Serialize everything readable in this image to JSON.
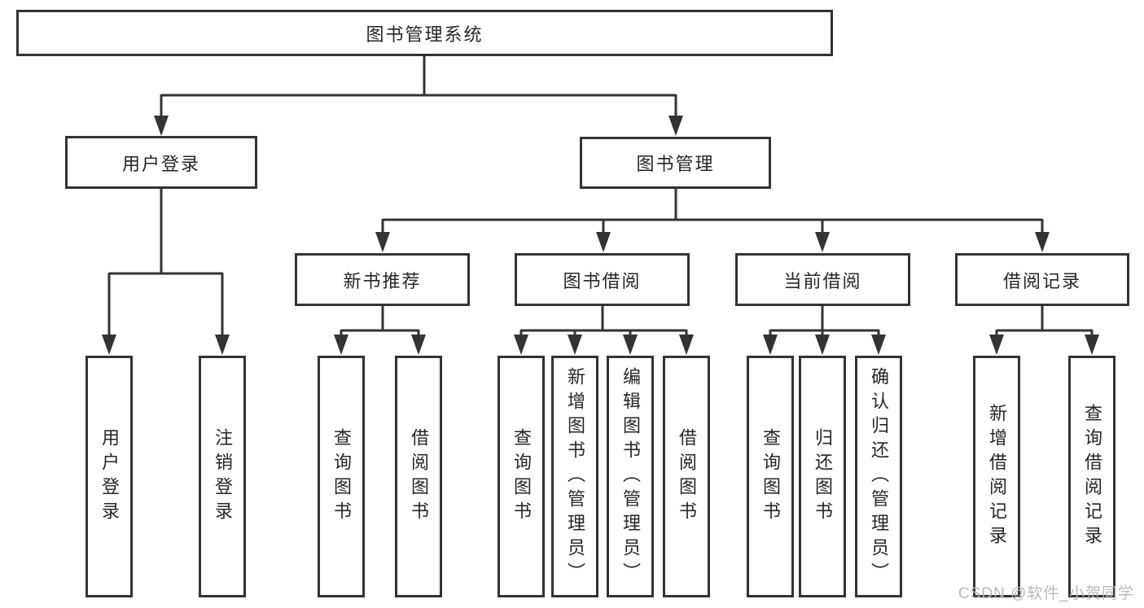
{
  "nodes": {
    "root": "图书管理系统",
    "l1": {
      "user_login": "用户登录",
      "book_mgmt": "图书管理"
    },
    "l2": {
      "new_book": "新书推荐",
      "borrow": "图书借阅",
      "current": "当前借阅",
      "records": "借阅记录"
    },
    "leaves": {
      "user_login": "用户登录",
      "logout": "注销登录",
      "nb_query": "查询图书",
      "nb_borrow": "借阅图书",
      "bb_query": "查询图书",
      "bb_add": "新增图书（管理员）",
      "bb_edit": "编辑图书（管理员）",
      "bb_borrow": "借阅图书",
      "cb_query": "查询图书",
      "cb_return": "归还图书",
      "cb_confirm": "确认归还（管理员）",
      "br_add": "新增借阅记录",
      "br_query": "查询借阅记录"
    }
  },
  "watermark": "CSDN @软件_小贺同学",
  "colors": {
    "line": "#333333",
    "text": "#262626",
    "watermark": "#b9b9b9",
    "background": "#ffffff"
  }
}
